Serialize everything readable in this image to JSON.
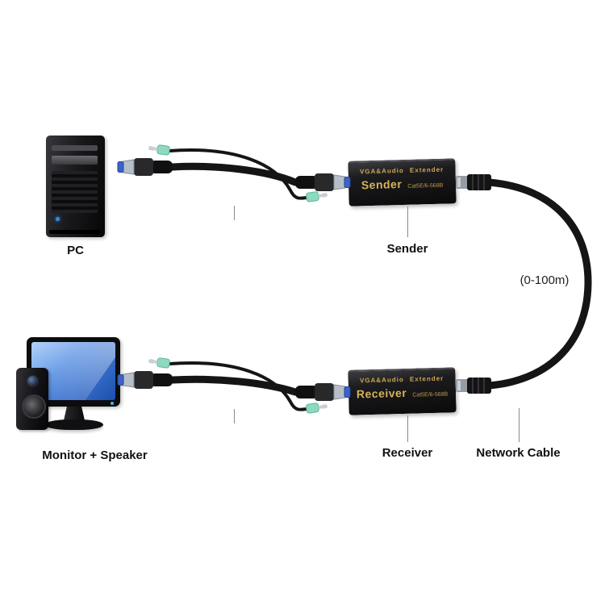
{
  "diagram": {
    "labels": {
      "pc": "PC",
      "sender": "Sender",
      "receiver": "Receiver",
      "monitor_speaker": "Monitor + Speaker",
      "network_cable": "Network Cable",
      "distance": "(0-100m)"
    },
    "sender_box": {
      "title": "VGA&Audio Extender",
      "name": "Sender",
      "model": "Cat5E/6-568B"
    },
    "receiver_box": {
      "title": "VGA&Audio Extender",
      "name": "Receiver",
      "model": "Cat5E/6-568B"
    },
    "colors": {
      "cable_black": "#151515",
      "vga_connector_blue": "#3b63c9",
      "audio_jack_green": "#8ed9bf",
      "extender_text_gold": "#cfa94f",
      "monitor_screen_blue": "#4f8ae2",
      "background": "#ffffff"
    }
  }
}
